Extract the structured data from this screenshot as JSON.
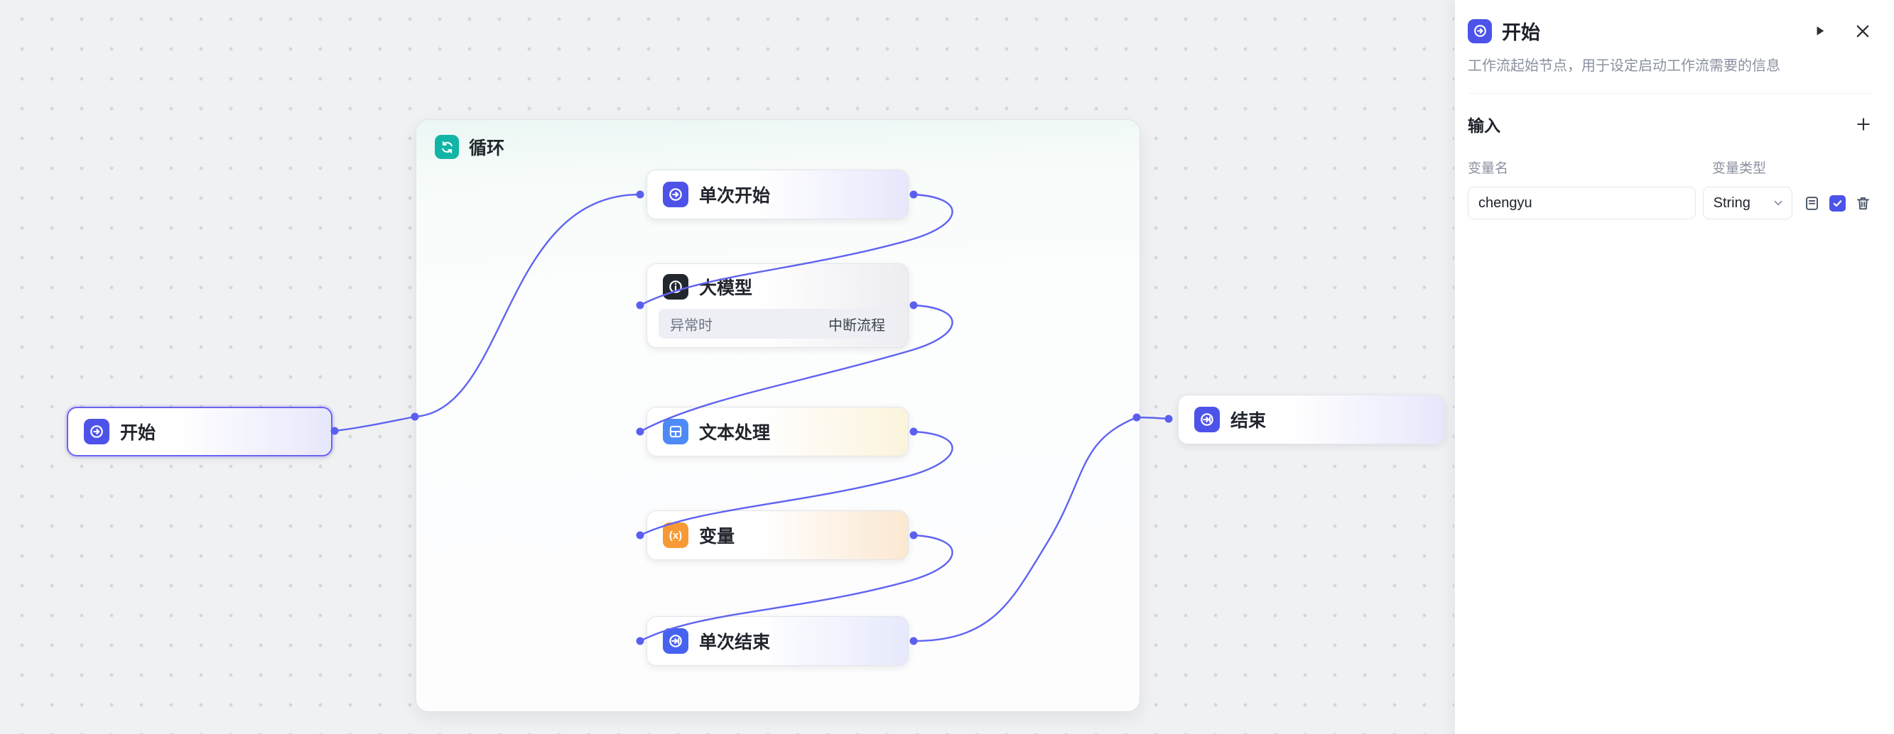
{
  "canvas": {
    "loop": {
      "title": "循环"
    },
    "nodes": {
      "start": {
        "label": "开始"
      },
      "iter_start": {
        "label": "单次开始"
      },
      "llm": {
        "label": "大模型",
        "exception_label": "异常时",
        "exception_action": "中断流程"
      },
      "text_process": {
        "label": "文本处理"
      },
      "variable": {
        "label": "变量",
        "glyph": "(x)"
      },
      "iter_end": {
        "label": "单次结束"
      },
      "end": {
        "label": "结束"
      }
    }
  },
  "panel": {
    "title": "开始",
    "description": "工作流起始节点，用于设定启动工作流需要的信息",
    "inputs_section": {
      "title": "输入"
    },
    "columns": {
      "name": "变量名",
      "type": "变量类型"
    },
    "row": {
      "name_value": "chengyu",
      "type_value": "String"
    }
  },
  "colors": {
    "accent": "#4d53e8",
    "wire": "#5f63f2",
    "loop_icon": "#12b5a5",
    "variable_icon": "#f79a35",
    "llm_icon": "#23272e",
    "text_icon": "#4e8af7"
  }
}
